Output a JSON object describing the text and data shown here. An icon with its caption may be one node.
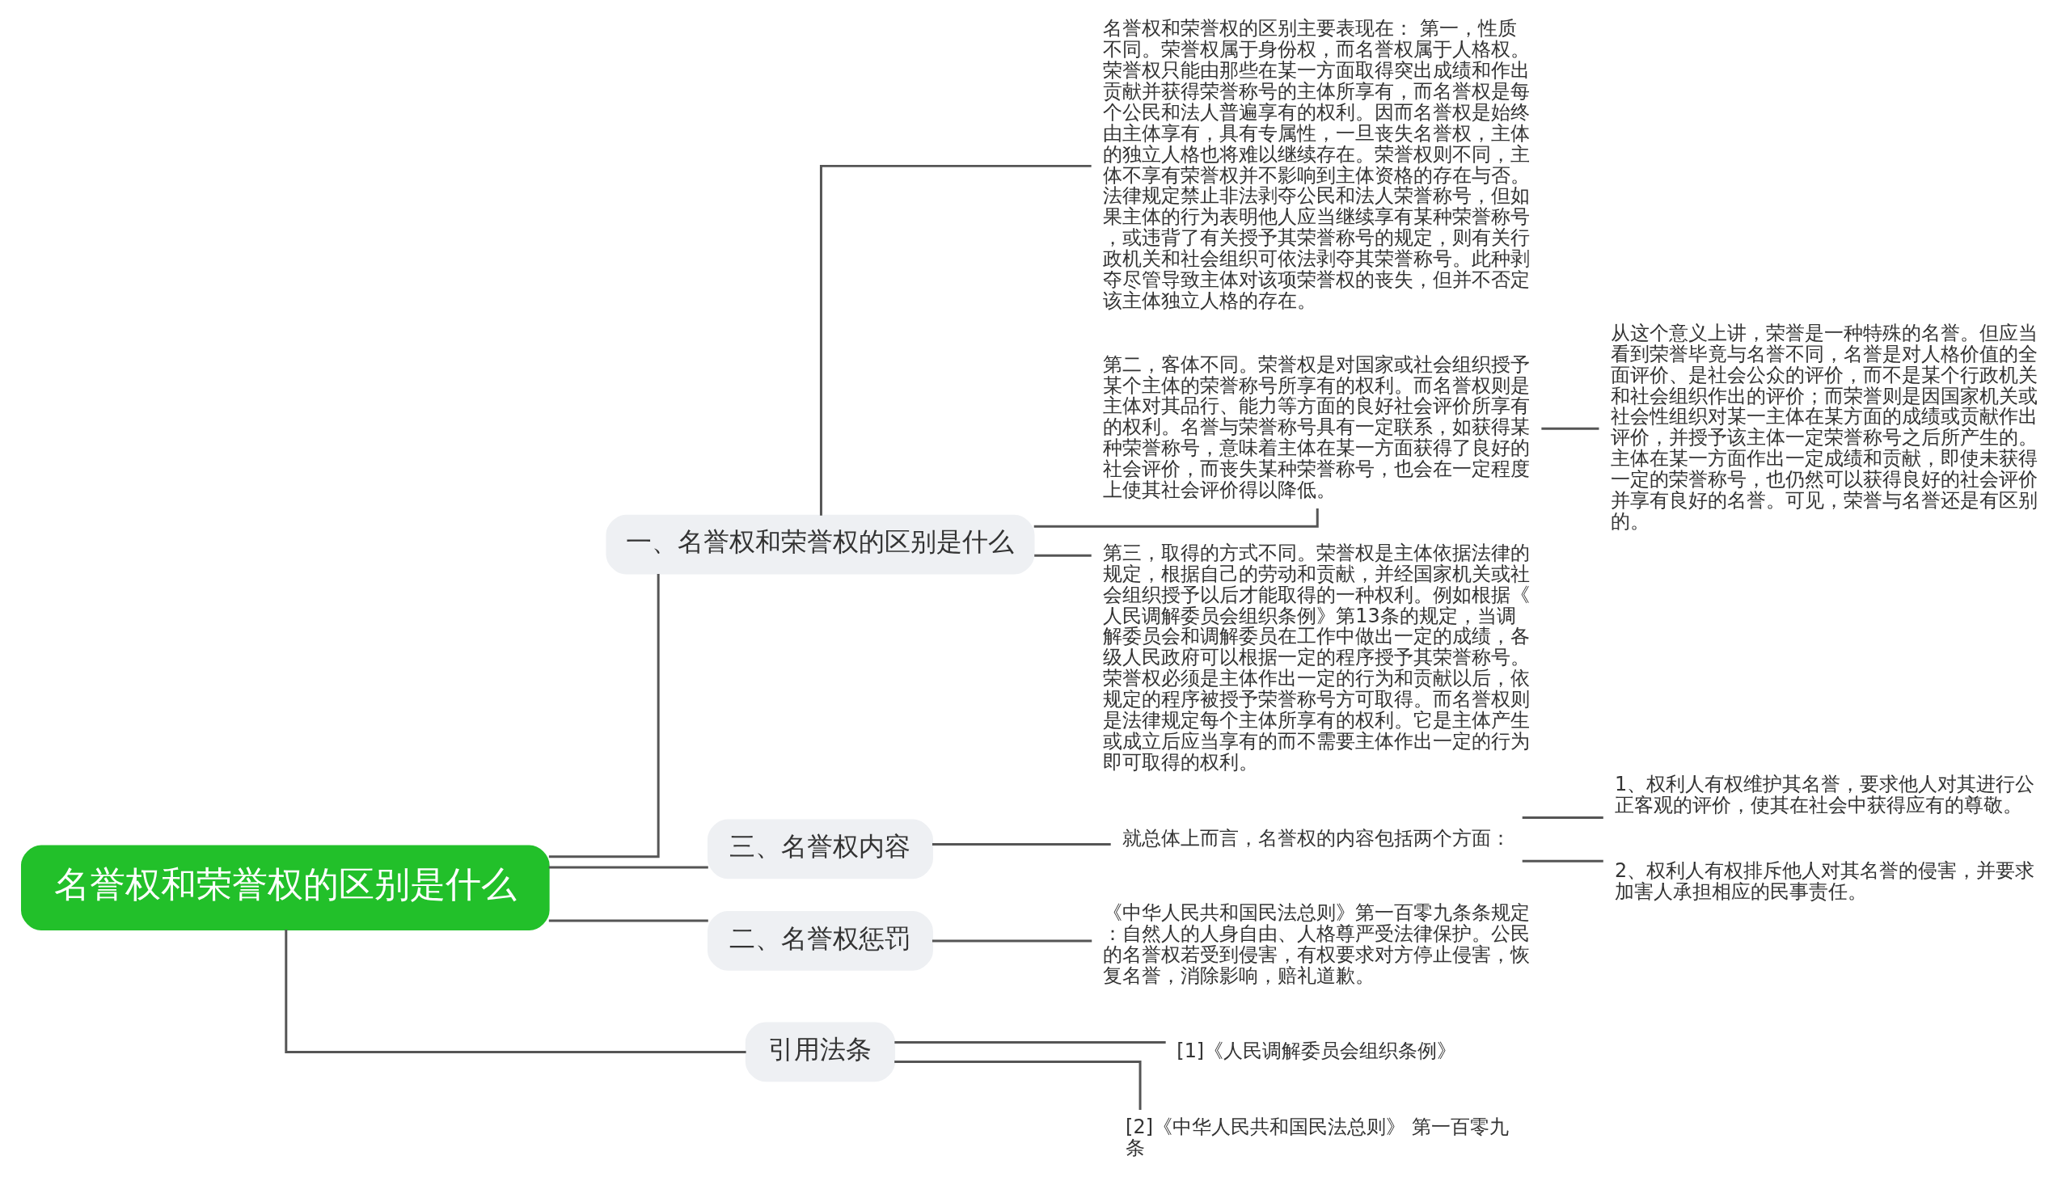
{
  "diagram": {
    "nodes": [
      {
        "text": [
          "名誉权和荣誉权的区别是什么"
        ]
      },
      {
        "text": [
          "一、名誉权和荣誉权的区别是什么"
        ]
      },
      {
        "text": [
          "名誉权和荣誉权的区别主要表现在： 第一，性质不同。荣誉权属于身份权，而名誉权属于人格权。荣誉权只能由那些在某一方面取得突出成绩和作出贡献并获得荣誉称号的主体所享有，而名誉权是每个公民和法人普遍享有的权利。因而名誉权是始终由主体享有，具有专属性，一旦丧失名誉权，主体的独立人格也将难以继续存在。荣誉权则不同，主体不享有荣誉权并不影响到主体资格的存在与否。法律规定禁止非法剥夺公民和法人荣誉称号，但如果主体的行为表明他人应当继续享有某种荣誉称号，或违背了有关授予其荣誉称号的规定，则有关行政机关和社会组织可依法剥夺其荣誉称号。此种剥夺尽管导致主体对该项荣誉权的丧失，但并不否定该主体独立人格的存在。"
        ]
      },
      {
        "text": [
          "第二，客体不同。荣誉权是对国家或社会组织授予某个主体的荣誉称号所享有的权利。而名誉权则是主体对其品行、能力等方面的良好社会评价所享有的权利。名誉与荣誉称号具有一定联系，如获得某种荣誉称号，意味着主体在某一方面获得了良好的社会评价，而丧失某种荣誉称号，也会在一定程度上使其社会评价得以降低。"
        ]
      },
      {
        "text": [
          "从这个意义上讲，荣誉是一种特殊的名誉。但应当看到荣誉毕竟与名誉不同，名誉是对人格价值的全面评价、是社会公众的评价，而不是某个行政机关和社会组织作出的评价；而荣誉则是因国家机关或社会性组织对某一主体在某方面的成绩或贡献作出评价，并授予该主体一定荣誉称号之后所产生的。主体在某一方面作出一定成绩和贡献，即使未获得一定的荣誉称号，也仍然可以获得良好的社会评价并享有良好的名誉。可见，荣誉与名誉还是有区别的。"
        ]
      },
      {
        "text": [
          "第三，取得的方式不同。荣誉权是主体依据法律的规定，根据自己的劳动和贡献，并经国家机关或社会组织授予以后才能取得的一种权利。例如根据《人民调解委员会组织条例》第13条的规定，当调解委员会和调解委员在工作中做出一定的成绩，各级人民政府可以根据一定的程序授予其荣誉称号。荣誉权必须是主体作出一定的行为和贡献以后，依规定的程序被授予荣誉称号方可取得。而名誉权则是法律规定每个主体所享有的权利。它是主体产生或成立后应当享有的而不需要主体作出一定的行为即可取得的权利。"
        ]
      },
      {
        "text": [
          "三、名誉权内容"
        ]
      },
      {
        "text": [
          "就总体上而言，名誉权的内容包括两个方面："
        ]
      },
      {
        "text": [
          "1、权利人有权维护其名誉，要求他人对其进行公正客观的评价，使其在社会中获得应有的尊敬。"
        ]
      },
      {
        "text": [
          "2、权利人有权排斥他人对其名誉的侵害，并要求加害人承担相应的民事责任。"
        ]
      },
      {
        "text": [
          "二、名誉权惩罚"
        ]
      },
      {
        "text": [
          "《中华人民共和国民法总则》第一百零九条条规定：自然人的人身自由、人格尊严受法律保护。公民的名誉权若受到侵害，有权要求对方停止侵害，恢复名誉，消除影响，赔礼道歉。"
        ]
      },
      {
        "text": [
          "引用法条"
        ]
      },
      {
        "text": [
          "[1]《人民调解委员会组织条例》"
        ]
      },
      {
        "text": [
          "[2]《中华人民共和国民法总则》 第一百零九条"
        ]
      }
    ],
    "edges": [
      {
        "from": 0,
        "to": 1,
        "arrow": "none"
      },
      {
        "from": 1,
        "to": 2,
        "arrow": "none"
      },
      {
        "from": 1,
        "to": 3,
        "arrow": "none"
      },
      {
        "from": 3,
        "to": 4,
        "arrow": "none"
      },
      {
        "from": 1,
        "to": 5,
        "arrow": "none"
      },
      {
        "from": 0,
        "to": 6,
        "arrow": "none"
      },
      {
        "from": 6,
        "to": 7,
        "arrow": "none"
      },
      {
        "from": 7,
        "to": 8,
        "arrow": "none"
      },
      {
        "from": 7,
        "to": 9,
        "arrow": "none"
      },
      {
        "from": 0,
        "to": 10,
        "arrow": "none"
      },
      {
        "from": 10,
        "to": 11,
        "arrow": "none"
      },
      {
        "from": 0,
        "to": 12,
        "arrow": "none"
      },
      {
        "from": 12,
        "to": 13,
        "arrow": "none"
      },
      {
        "from": 12,
        "to": 14,
        "arrow": "none"
      }
    ]
  }
}
